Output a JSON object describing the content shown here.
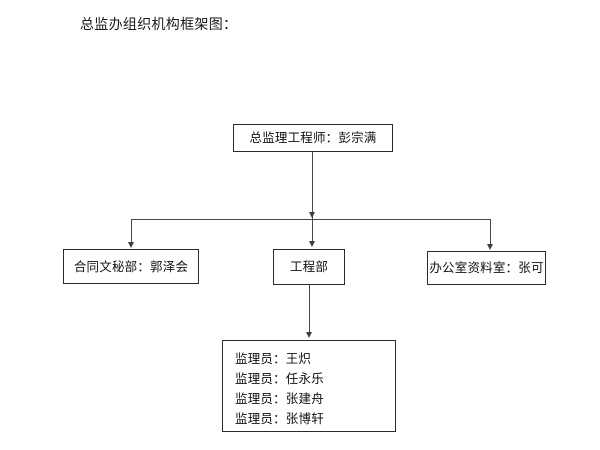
{
  "page": {
    "title": "总监办组织机构框架图：",
    "background_color": "#ffffff",
    "line_color": "#4a4a4a",
    "box_border_color": "#2b2b2b",
    "text_color": "#111111"
  },
  "chart_data": {
    "type": "diagram",
    "diagram_kind": "organization-chart",
    "title": "总监办组织机构框架图：",
    "nodes": [
      {
        "id": "chief",
        "label": "总监理工程师：彭宗满",
        "level": 0
      },
      {
        "id": "contract",
        "label": "合同文秘部：郭泽会",
        "level": 1
      },
      {
        "id": "engineering",
        "label": "工程部",
        "level": 1
      },
      {
        "id": "office",
        "label": "办公室资料室：张可",
        "level": 1
      },
      {
        "id": "supervisors",
        "label": "监理员：王炽\n监理员：任永乐\n监理员：张建舟\n监理员：张博轩",
        "level": 2
      }
    ],
    "edges": [
      {
        "from": "chief",
        "to": "contract",
        "arrow": "down"
      },
      {
        "from": "chief",
        "to": "engineering",
        "arrow": "down"
      },
      {
        "from": "chief",
        "to": "office",
        "arrow": "down"
      },
      {
        "from": "engineering",
        "to": "supervisors",
        "arrow": "down"
      }
    ]
  },
  "nodes": {
    "chief": {
      "label": "总监理工程师：彭宗满"
    },
    "contract": {
      "label": "合同文秘部：郭泽会"
    },
    "engineering": {
      "label": "工程部"
    },
    "office": {
      "label": "办公室资料室：张可"
    },
    "supervisors": {
      "lines": [
        "监理员：王炽",
        "监理员：任永乐",
        "监理员：张建舟",
        "监理员：张博轩"
      ]
    }
  }
}
